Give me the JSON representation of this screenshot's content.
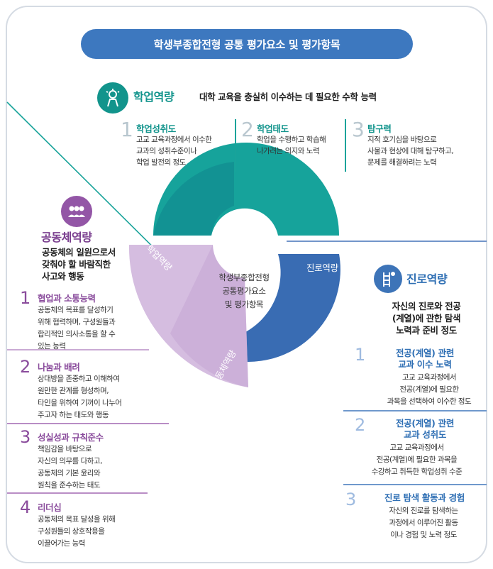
{
  "title": "학생부종합전형 공통 평가요소 및 평가항목",
  "center": {
    "line1": "학생부종합전형",
    "line2": "공통평가요소",
    "line3": "및 평가항목"
  },
  "ring_labels": {
    "academic": "학업역량",
    "career": "진로역량",
    "community": "공동체역량"
  },
  "academic": {
    "title": "학업역량",
    "icon": "lightbulb-person-icon",
    "desc": "대학 교육을 충실히 이수하는 데 필요한 수학 능력",
    "color": "#12948c",
    "items": [
      {
        "num": "1",
        "title": "학업성취도",
        "lines": [
          "고교 교육과정에서 이수한",
          "교과의 성취수준이나",
          "학업 발전의 정도"
        ]
      },
      {
        "num": "2",
        "title": "학업태도",
        "lines": [
          "학업을 수행하고 학습해",
          "나가려는 의지와 노력"
        ]
      },
      {
        "num": "3",
        "title": "탐구력",
        "lines": [
          "지적 호기심을 바탕으로",
          "사물과 현상에 대해 탐구하고,",
          "문제를 해결하려는 노력"
        ]
      }
    ]
  },
  "community": {
    "title": "공동체역량",
    "icon": "group-people-icon",
    "desc": [
      "공동체의 일원으로서",
      "갖춰야 할 바람직한",
      "사고와 행동"
    ],
    "color": "#8a4c9c",
    "items": [
      {
        "num": "1",
        "title": "협업과 소통능력",
        "lines": [
          "공동체의 목표를 달성하기",
          "위해 협력하며, 구성원들과",
          "합리적인 의사소통을 할 수",
          "있는 능력"
        ]
      },
      {
        "num": "2",
        "title": "나눔과 배려",
        "lines": [
          "상대방을 존중하고 이해하여",
          "원만한 관계를 형성하며,",
          "타인을 위하여 기꺼이 나누어",
          "주고자 하는 태도와 행동"
        ]
      },
      {
        "num": "3",
        "title": "성실성과 규칙준수",
        "lines": [
          "책임감을 바탕으로",
          "자신의 의무를 다하고,",
          "공동체의 기본 윤리와",
          "원칙을 준수하는 태도"
        ]
      },
      {
        "num": "4",
        "title": "리더십",
        "lines": [
          "공동체의 목표 달성을 위해",
          "구성원들의 상호작용을",
          "이끌어가는 능력"
        ]
      }
    ]
  },
  "career": {
    "title": "진로역량",
    "icon": "ladder-climber-icon",
    "desc": [
      "자신의 진로와 전공",
      "(계열)에 관한 탐색",
      "노력과 준비 정도"
    ],
    "color": "#2f6fb4",
    "items": [
      {
        "num": "1",
        "title_lines": [
          "전공(계열) 관련",
          "교과 이수 노력"
        ],
        "lines": [
          "고교 교육과정에서",
          "전공(계열)에 필요한",
          "과목을 선택하여 이수한 정도"
        ]
      },
      {
        "num": "2",
        "title_lines": [
          "전공(계열) 관련",
          "교과 성취도"
        ],
        "lines": [
          "고교 교육과정에서",
          "전공(계열)에 필요한 과목을",
          "수강하고 취득한 학업성취 수준"
        ]
      },
      {
        "num": "3",
        "title_lines": [
          "진로 탐색 활동과 경험"
        ],
        "lines": [
          "자신의 진로를 탐색하는",
          "과정에서 이루어진 활동",
          "이나 경험 및 노력 정도"
        ]
      }
    ]
  }
}
